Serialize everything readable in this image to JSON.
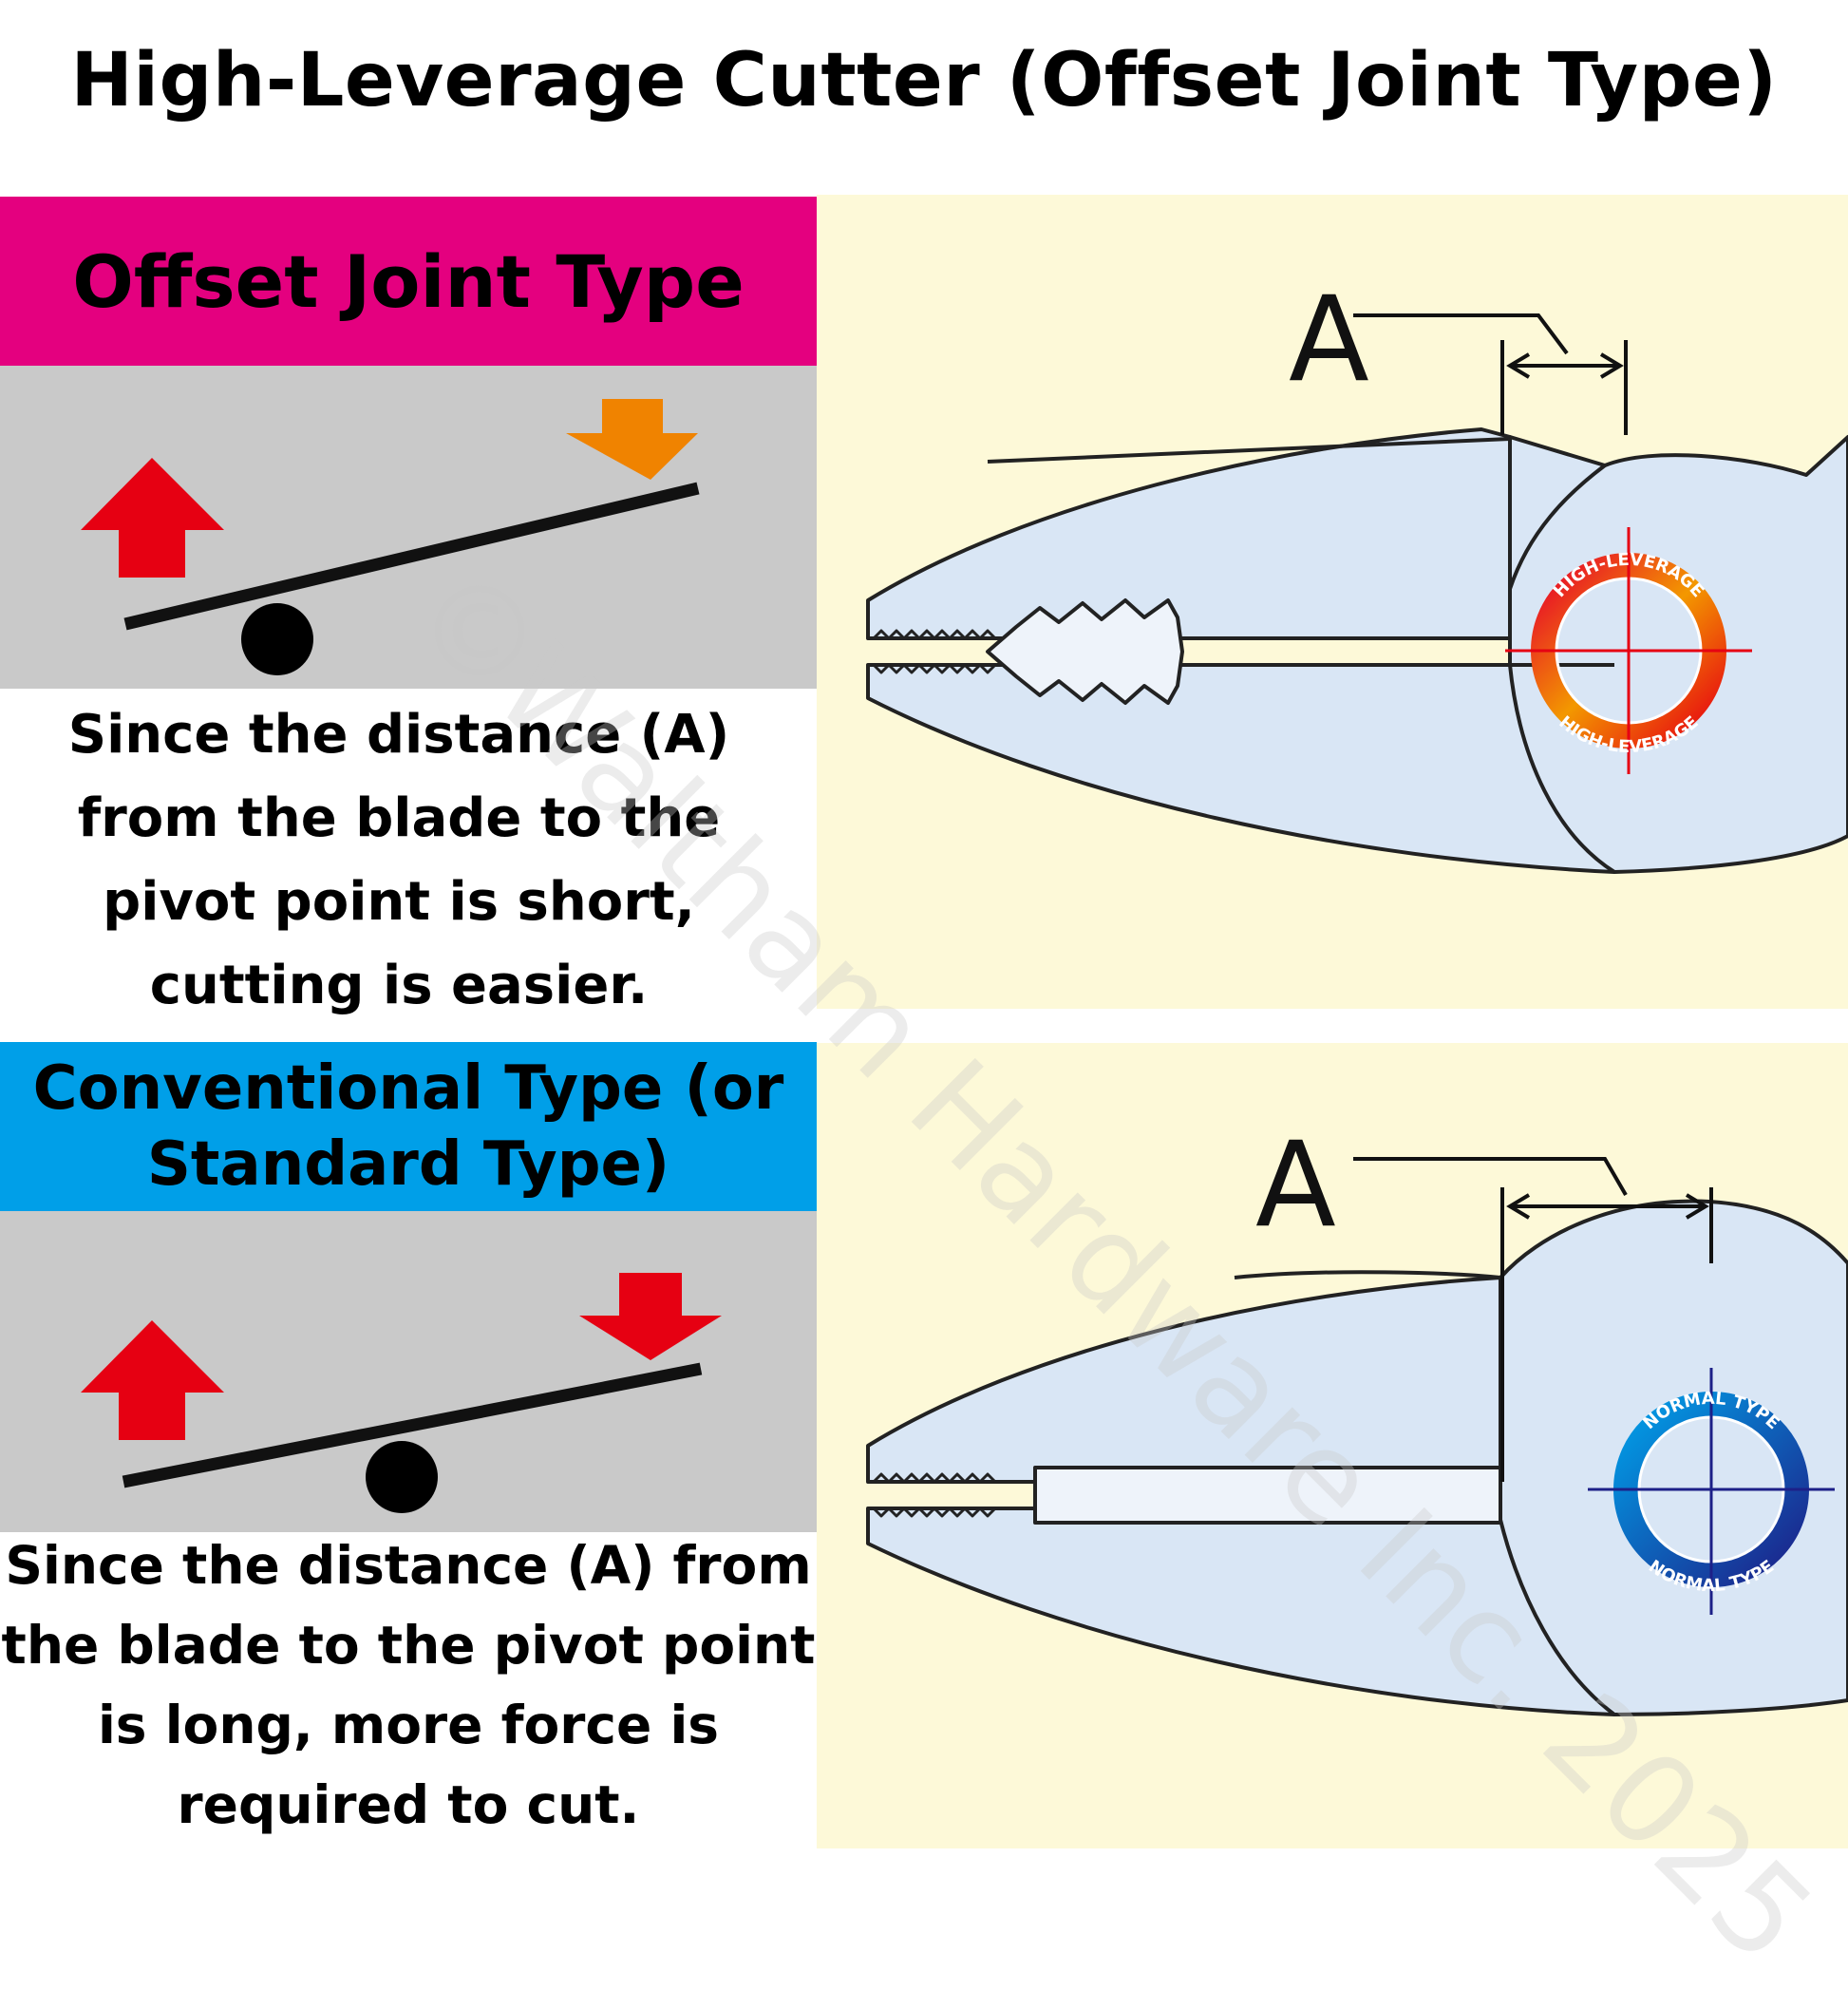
{
  "title": "High-Leverage Cutter (Offset Joint Type)",
  "offset": {
    "heading": "Offset Joint Type",
    "description": "Since the distance (A) from the blade to the pivot point is short, cutting is easier.",
    "badge_text": "HIGH-LEVERAGE",
    "dimension_label": "A"
  },
  "conventional": {
    "heading": "Conventional Type (or Standard Type)",
    "description": "Since the distance (A) from the blade to the pivot point is long, more force is required to cut.",
    "badge_text": "NORMAL TYPE",
    "dimension_label": "A"
  },
  "watermark": {
    "symbol": "©",
    "text": "Waltham Hardware Inc. 2025"
  },
  "colors": {
    "magenta": "#e4007f",
    "blue": "#009fe8",
    "red_arrow": "#e60012",
    "orange_arrow": "#f08300",
    "panel_bg": "#fdf9d8",
    "tool_fill": "#d9e6f5"
  }
}
